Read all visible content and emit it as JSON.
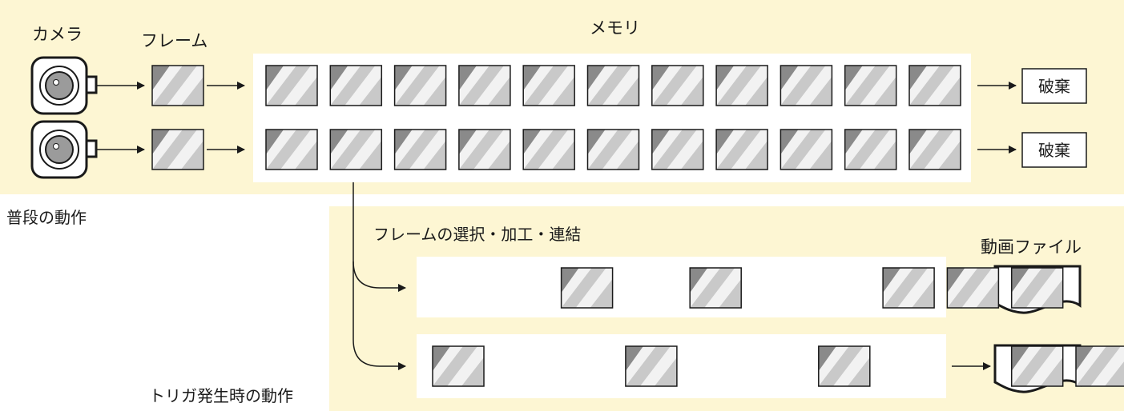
{
  "labels": {
    "camera": "カメラ",
    "frame": "フレーム",
    "memory": "メモリ",
    "discard": "破棄",
    "normal_operation": "普段の動作",
    "process": "フレームの選択・加工・連結",
    "video_file": "動画ファイル",
    "trigger_operation": "トリガ発生時の動作"
  },
  "memory": {
    "rows": 2,
    "frames_per_row": 11
  },
  "output_rows": [
    {
      "slots": [
        false,
        false,
        true,
        false,
        true,
        false,
        false,
        true,
        true,
        true
      ]
    },
    {
      "slots": [
        true,
        false,
        false,
        true,
        false,
        false,
        true,
        false,
        false,
        true,
        true
      ]
    }
  ],
  "colors": {
    "panel_background": "#fdf6d3",
    "frame_light": "#f2f2f2",
    "frame_mid": "#c9c9c9",
    "frame_dark": "#8a8a8a",
    "stroke": "#1a1a1a"
  },
  "icons": [
    "camera-icon",
    "frame-icon",
    "arrow-icon",
    "document-icon"
  ]
}
